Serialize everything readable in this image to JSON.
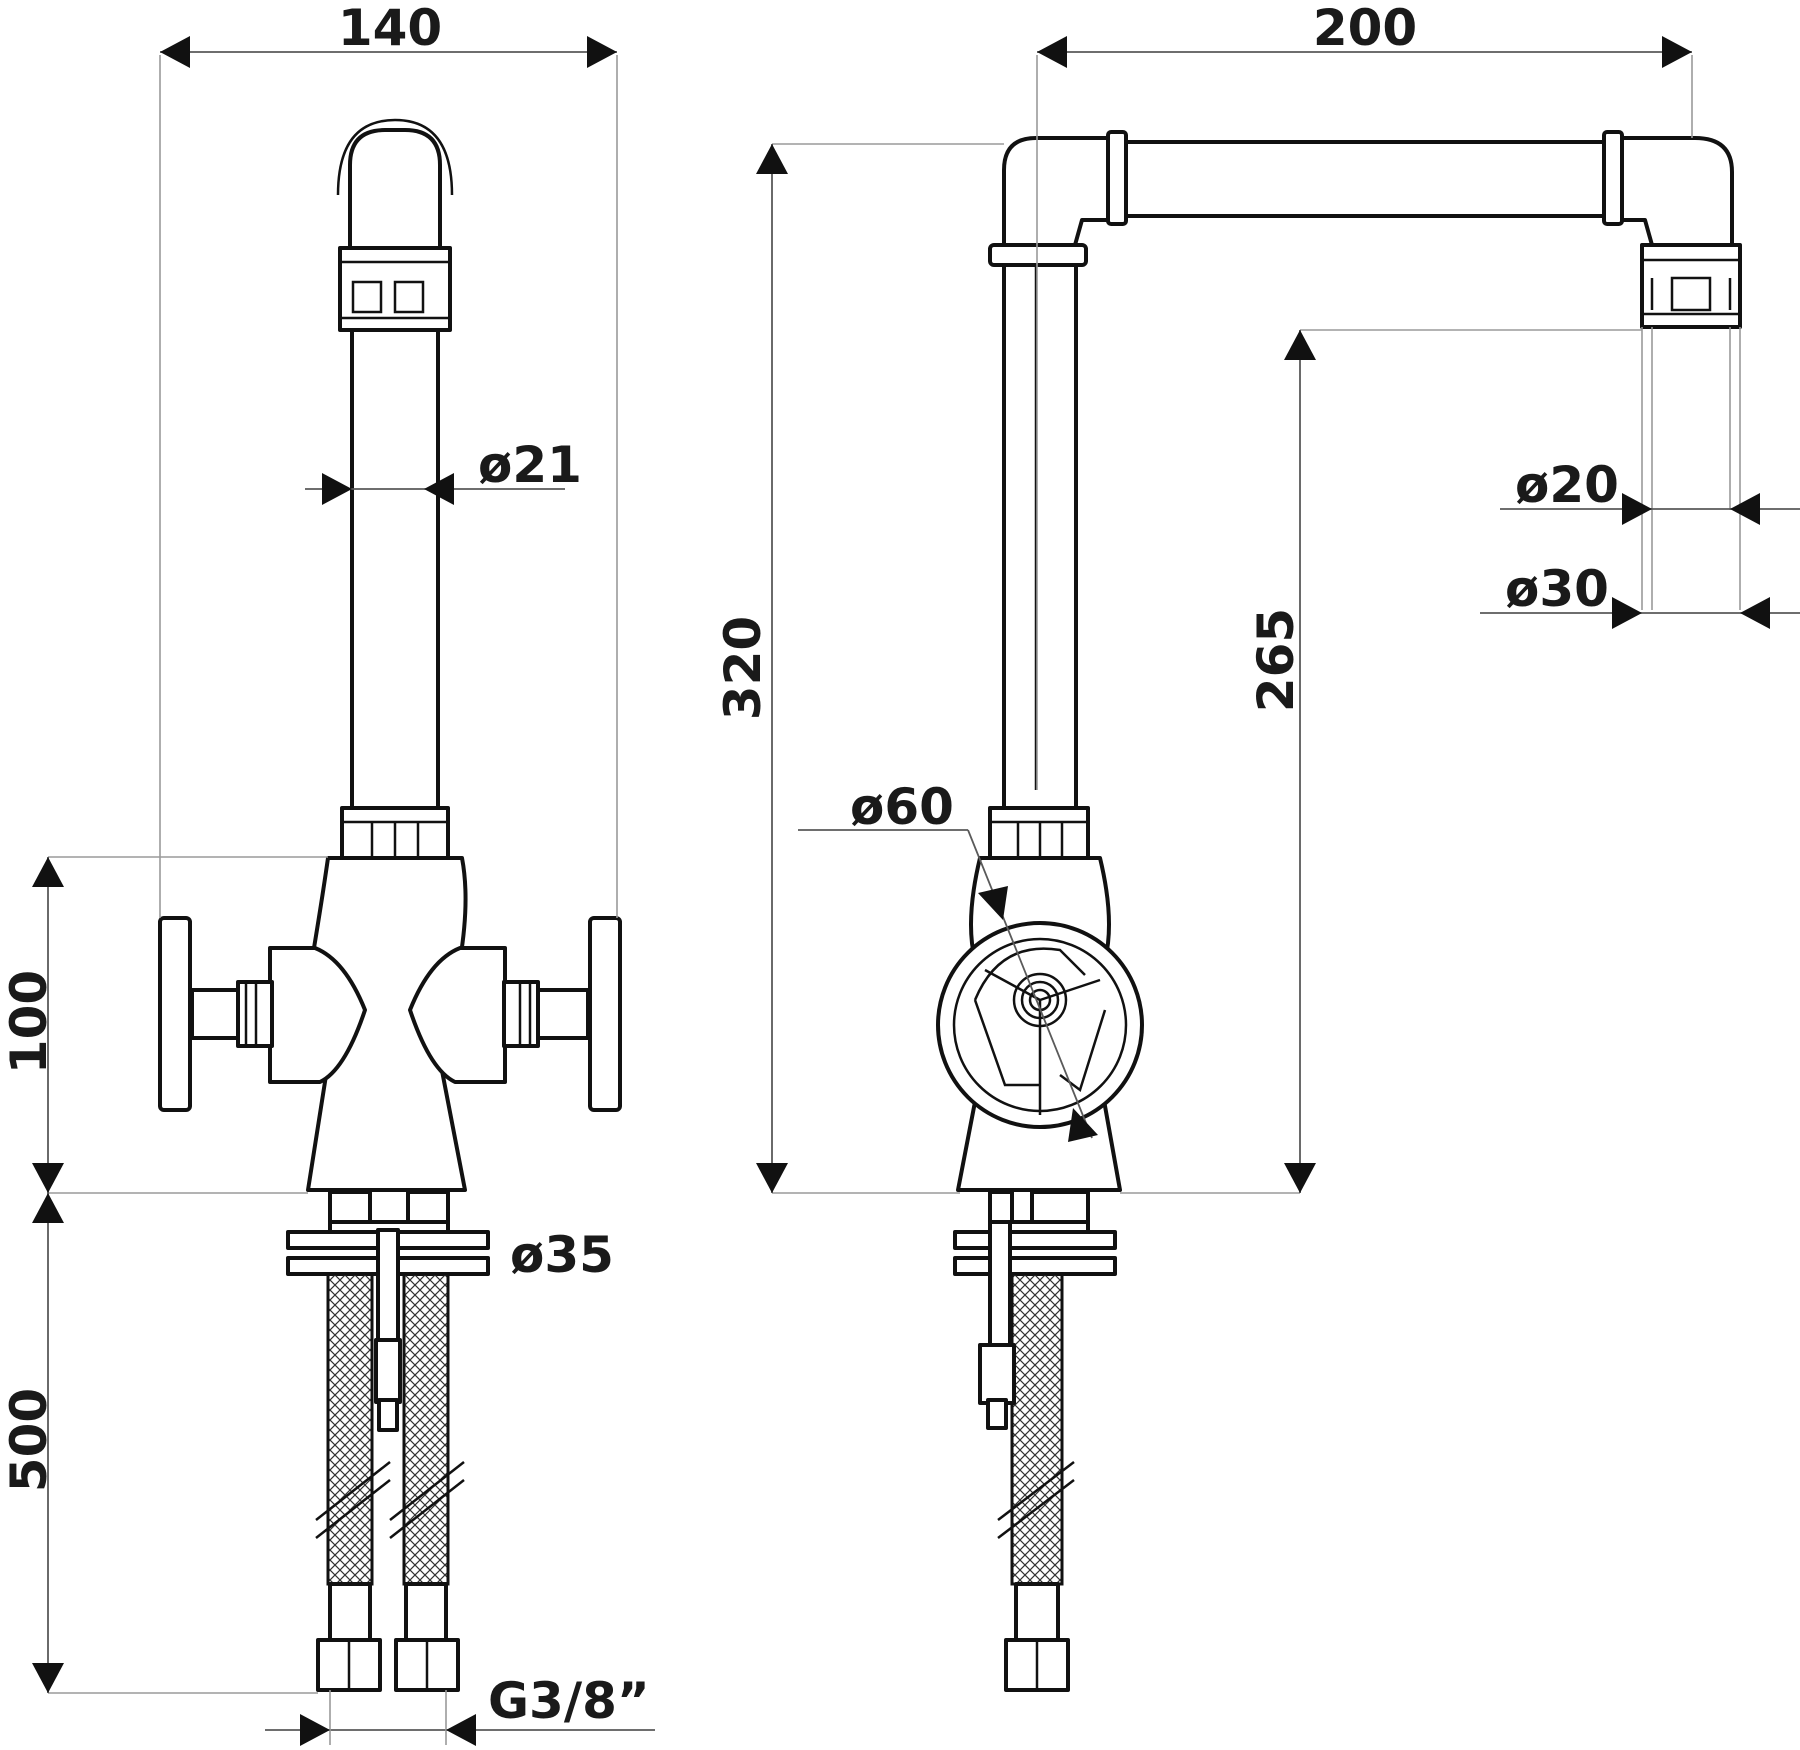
{
  "dimensions": {
    "width_front": "140",
    "reach": "200",
    "height_total": "320",
    "height_spout": "265",
    "height_body": "100",
    "hose_length": "500",
    "dia_tube": "ø21",
    "dia_outlet_inner": "ø20",
    "dia_outlet_outer": "ø30",
    "dia_handle": "ø60",
    "dia_base": "ø35",
    "thread": "G3/8”"
  },
  "colors": {
    "line": "#111111",
    "extension_line": "#9a9a9a",
    "background": "#ffffff"
  }
}
